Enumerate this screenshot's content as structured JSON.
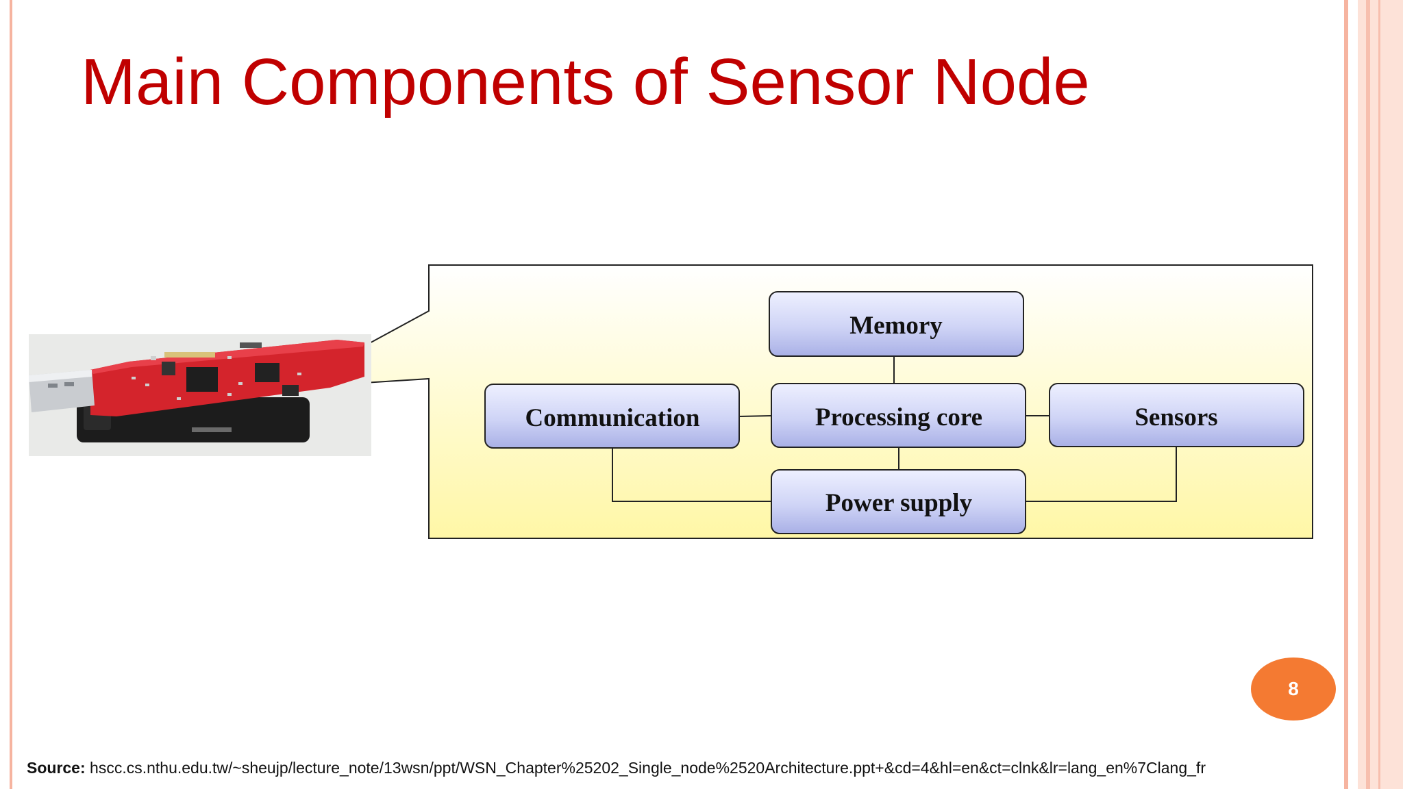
{
  "slide": {
    "title": "Main Components of Sensor Node",
    "page_number": "8"
  },
  "diagram": {
    "memory": "Memory",
    "communication": "Communication",
    "processing_core": "Processing core",
    "sensors": "Sensors",
    "power_supply": "Power supply"
  },
  "source": {
    "label": "Source:",
    "text": "hscc.cs.nthu.edu.tw/~sheujp/lecture_note/13wsn/ppt/WSN_Chapter%25202_Single_node%2520Architecture.ppt+&cd=4&hl=en&ct=clnk&lr=lang_en%7Clang_fr"
  },
  "colors": {
    "title": "#c00000",
    "badge": "#f47a32",
    "frame_border": "#f6b4a0",
    "box_fill_top": "#eef0ff",
    "box_fill_bottom": "#a9b0e6",
    "panel_gradient_bottom": "#fff7a6"
  }
}
